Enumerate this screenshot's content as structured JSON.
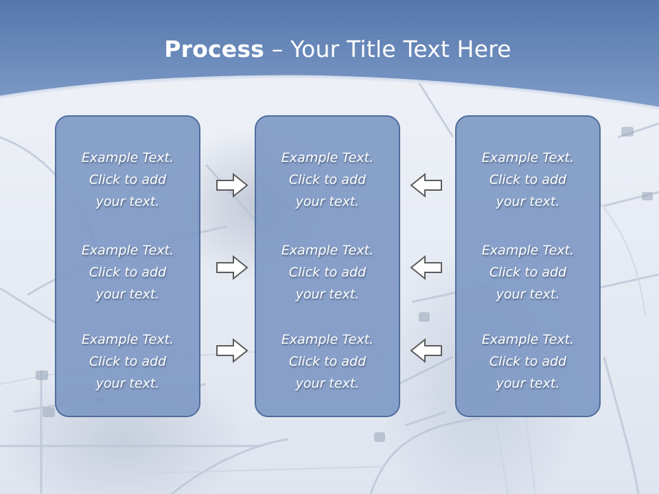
{
  "slide": {
    "title_bold": "Process",
    "title_rest": " – Your Title Text Here",
    "colors": {
      "header_blue": "#5e82b8",
      "box_fill": "#7d98c4",
      "box_border": "#4e6c9b",
      "text": "#ffffff",
      "arrow_fill": "#ffffff",
      "arrow_stroke": "#5a5a5a"
    },
    "columns": [
      {
        "items": [
          {
            "line1": "Example Text.",
            "line2": "Click  to add",
            "line3": "your text."
          },
          {
            "line1": "Example Text.",
            "line2": "Click  to add",
            "line3": "your text."
          },
          {
            "line1": "Example Text.",
            "line2": "Click  to add",
            "line3": "your text."
          }
        ]
      },
      {
        "items": [
          {
            "line1": "Example Text.",
            "line2": "Click  to add",
            "line3": "your text."
          },
          {
            "line1": "Example Text.",
            "line2": "Click  to add",
            "line3": "your text."
          },
          {
            "line1": "Example Text.",
            "line2": "Click  to add",
            "line3": "your text."
          }
        ]
      },
      {
        "items": [
          {
            "line1": "Example Text.",
            "line2": "Click  to add",
            "line3": "your text."
          },
          {
            "line1": "Example Text.",
            "line2": "Click  to add",
            "line3": "your text."
          },
          {
            "line1": "Example Text.",
            "line2": "Click  to add",
            "line3": "your text."
          }
        ]
      }
    ],
    "arrows": {
      "left_group": [
        "right-arrow-icon",
        "right-arrow-icon",
        "right-arrow-icon"
      ],
      "right_group": [
        "left-arrow-icon",
        "left-arrow-icon",
        "left-arrow-icon"
      ]
    }
  }
}
